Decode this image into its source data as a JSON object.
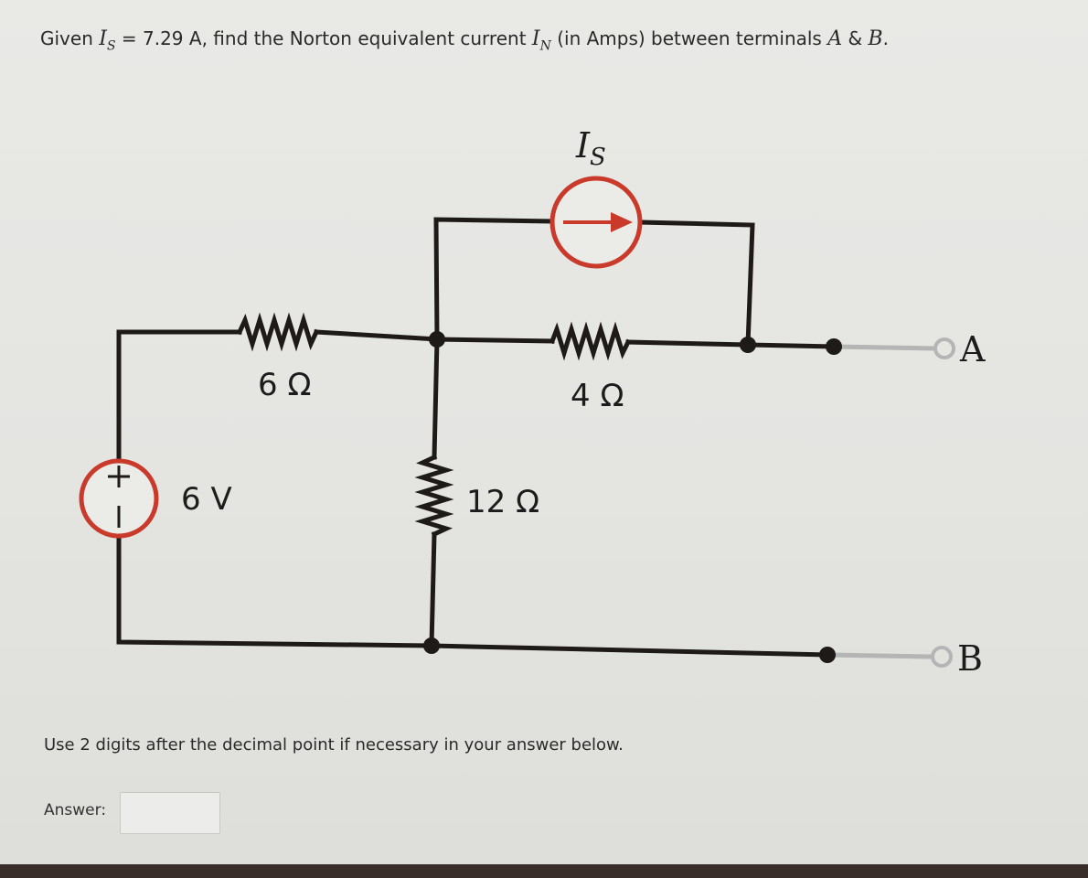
{
  "question": {
    "prefix": "Given ",
    "is_symbol": "I",
    "is_sub": "S",
    "equals": " = 7.29 A, find the Norton equivalent current ",
    "in_symbol": "I",
    "in_sub": "N",
    "middle": " (in Amps) between terminals ",
    "term_a": "A",
    "amp": " & ",
    "term_b": "B",
    "end": "."
  },
  "circuit": {
    "source_label": "I",
    "source_label_sub": "S",
    "r1_label": "6 Ω",
    "r2_label": "4 Ω",
    "r3_label": "12 Ω",
    "vs_label": "6 V",
    "terminal_a": "A",
    "terminal_b": "B",
    "wire_color": "#1e1a18",
    "source_color": "#c93a2a",
    "terminal_lead_color": "#b5b5b5"
  },
  "instruction": "Use 2 digits after the decimal point if necessary in your answer below.",
  "answer": {
    "label": "Answer:",
    "value": ""
  }
}
